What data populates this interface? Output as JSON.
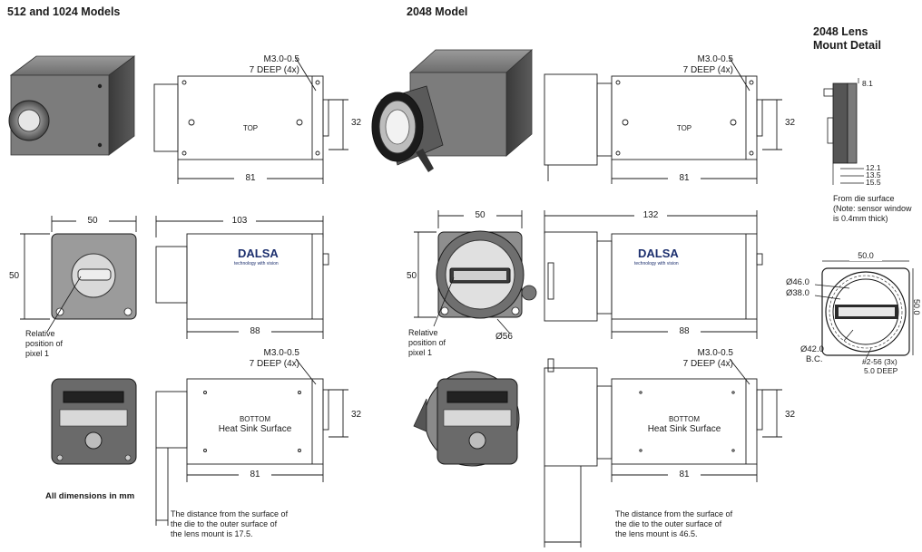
{
  "headings": {
    "left": "512 and 1024 Models",
    "middle": "2048 Model",
    "right_line1": "2048 Lens",
    "right_line2": "Mount Detail"
  },
  "callouts": {
    "thread_line1": "M3.0-0.5",
    "thread_line2": "7 DEEP (4x)",
    "top": "TOP",
    "bottom_line1": "BOTTOM",
    "bottom_line2": "Heat Sink Surface",
    "brand": "DALSA",
    "brand_tagline": "technology with vision",
    "pixel_line1": "Relative",
    "pixel_line2": "position of",
    "pixel_line3": "pixel 1",
    "units_note": "All dimensions in mm",
    "die_note_left_1": "The distance from the surface of",
    "die_note_left_2": "the die to the outer surface of",
    "die_note_left_3": "the lens mount is 17.5.",
    "die_note_right_1": "The distance from the surface of",
    "die_note_right_2": "the die to the outer surface of",
    "die_note_right_3": "the lens mount is 46.5.",
    "die_surface_1": "From die surface",
    "die_surface_2": "(Note: sensor window",
    "die_surface_3": "is 0.4mm thick)"
  },
  "dimensions": {
    "d32": "32",
    "d81": "81",
    "d50": "50",
    "d103": "103",
    "d88": "88",
    "d132": "132",
    "d56": "Ø56",
    "d8_1": "8.1",
    "d12_1": "12.1",
    "d13_5": "13.5",
    "d15_5": "15.5",
    "d50_0": "50.0",
    "d46": "Ø46.0",
    "d38": "Ø38.0",
    "d42": "Ø42.0",
    "bc": "B.C.",
    "screw_1": "#2-56 (3x)",
    "screw_2": "5.0 DEEP"
  }
}
